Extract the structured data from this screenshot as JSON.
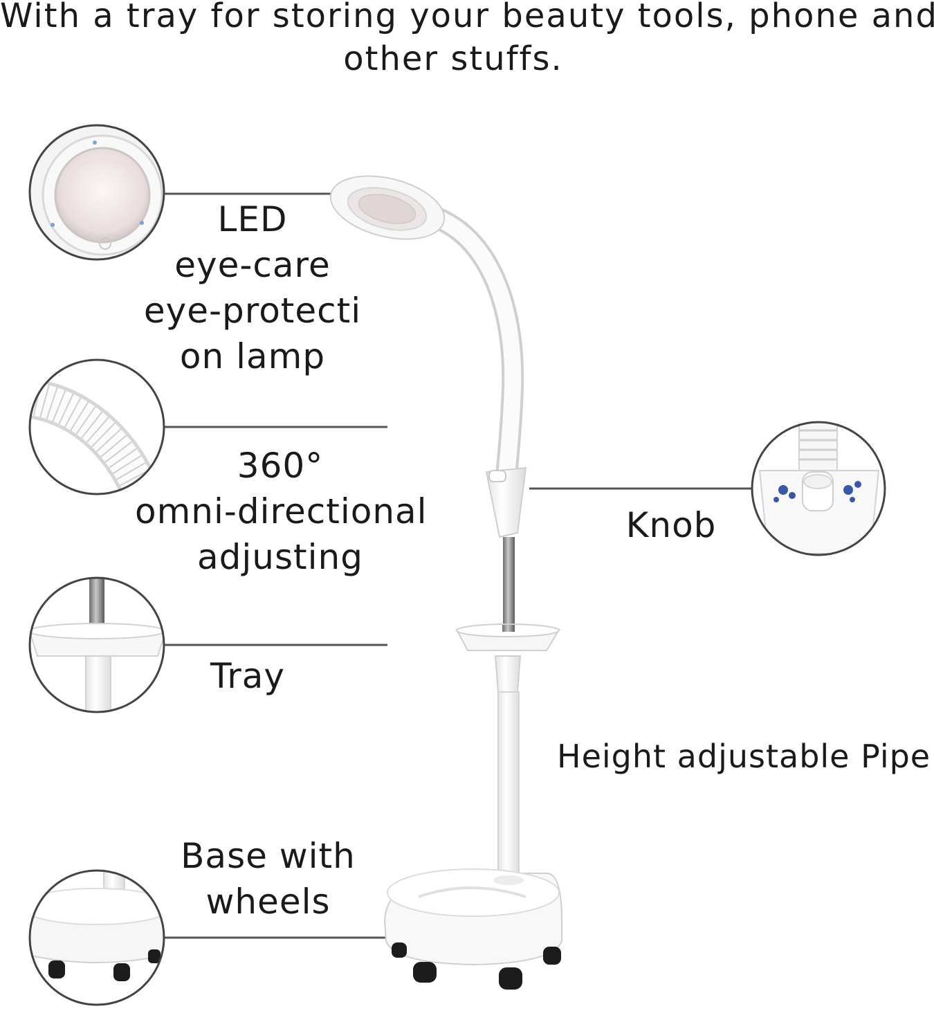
{
  "caption": {
    "line1": "With a tray for storing your beauty tools, phone and",
    "line2": "other stuffs."
  },
  "callouts": {
    "led": {
      "lines": [
        "LED",
        "eye-care",
        "eye-protecti",
        "on lamp"
      ],
      "icon": "led-ring-lamp-closeup"
    },
    "gooseneck": {
      "lines": [
        "360°",
        "omni-directional",
        "adjusting"
      ],
      "icon": "flexible-gooseneck-closeup"
    },
    "tray": {
      "lines": [
        "Tray"
      ],
      "icon": "tray-closeup"
    },
    "base": {
      "lines": [
        "Base with",
        "wheels"
      ],
      "icon": "wheeled-base-closeup"
    },
    "knob": {
      "lines": [
        "Knob"
      ],
      "icon": "knob-closeup"
    },
    "pipe": {
      "lines": [
        "Height adjustable Pipe"
      ]
    }
  },
  "colors": {
    "line": "#555555",
    "product_white": "#fafafa",
    "product_shadow": "#e3e3e3",
    "metal_rod": "#8a8a8a",
    "wheel": "#1c1c1c",
    "knob_pattern": "#3a56a8"
  }
}
